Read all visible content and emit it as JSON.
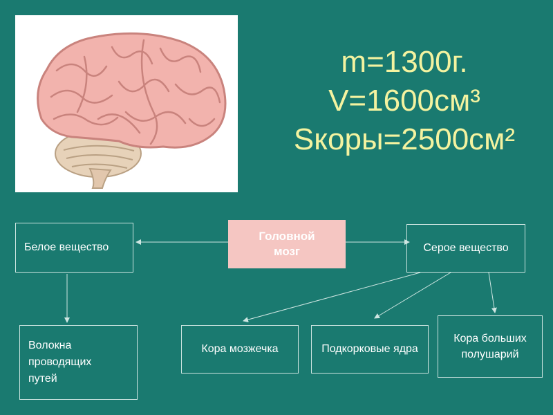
{
  "stats": {
    "mass": "m=1300г.",
    "volume": "V=1600см³",
    "cortex_area": "Sкоры=2500см²"
  },
  "diagram": {
    "root": "Головной мозг",
    "white_matter": "Белое вещество",
    "gray_matter": "Серое вещество",
    "fibers": "Волокна проводящих путей",
    "cerebellar_cortex": "Кора мозжечка",
    "subcortical_nuclei": "Подкорковые ядра",
    "hemisphere_cortex": "Кора больших полушарий"
  },
  "colors": {
    "background": "#1a7a70",
    "stats_text": "#f4f3a0",
    "root_fill": "#f5c6c2",
    "line": "#cfe6e2"
  }
}
